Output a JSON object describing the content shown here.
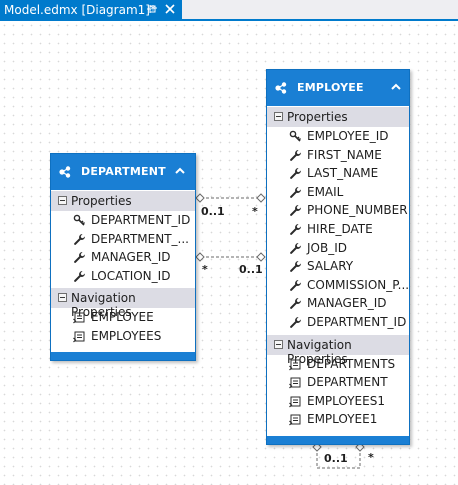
{
  "tab": {
    "title": "Model.edmx [Diagram1]*",
    "pin_icon": "pin-icon",
    "close_icon": "close-icon"
  },
  "department": {
    "name": "DEPARTMENT",
    "properties_header": "Properties",
    "properties": [
      {
        "label": "DEPARTMENT_ID",
        "icon": "key-icon"
      },
      {
        "label": "DEPARTMENT_...",
        "icon": "wrench-icon"
      },
      {
        "label": "MANAGER_ID",
        "icon": "wrench-icon"
      },
      {
        "label": "LOCATION_ID",
        "icon": "wrench-icon"
      }
    ],
    "nav_header": "Navigation Properties",
    "nav_properties": [
      {
        "label": "EMPLOYEE",
        "icon": "navigation-property-icon"
      },
      {
        "label": "EMPLOYEES",
        "icon": "navigation-property-icon"
      }
    ]
  },
  "employee": {
    "name": "EMPLOYEE",
    "properties_header": "Properties",
    "properties": [
      {
        "label": "EMPLOYEE_ID",
        "icon": "key-icon"
      },
      {
        "label": "FIRST_NAME",
        "icon": "wrench-icon"
      },
      {
        "label": "LAST_NAME",
        "icon": "wrench-icon"
      },
      {
        "label": "EMAIL",
        "icon": "wrench-icon"
      },
      {
        "label": "PHONE_NUMBER",
        "icon": "wrench-icon"
      },
      {
        "label": "HIRE_DATE",
        "icon": "wrench-icon"
      },
      {
        "label": "JOB_ID",
        "icon": "wrench-icon"
      },
      {
        "label": "SALARY",
        "icon": "wrench-icon"
      },
      {
        "label": "COMMISSION_P...",
        "icon": "wrench-icon"
      },
      {
        "label": "MANAGER_ID",
        "icon": "wrench-icon"
      },
      {
        "label": "DEPARTMENT_ID",
        "icon": "wrench-icon"
      }
    ],
    "nav_header": "Navigation Properties",
    "nav_properties": [
      {
        "label": "DEPARTMENTS",
        "icon": "navigation-property-icon"
      },
      {
        "label": "DEPARTMENT",
        "icon": "navigation-property-icon"
      },
      {
        "label": "EMPLOYEES1",
        "icon": "navigation-property-icon"
      },
      {
        "label": "EMPLOYEE1",
        "icon": "navigation-property-icon"
      }
    ]
  },
  "associations": {
    "assoc1": {
      "left": "0..1",
      "right": "*"
    },
    "assoc2": {
      "left": "*",
      "right": "0..1"
    },
    "self": {
      "left": "0..1",
      "right": "*"
    }
  },
  "colors": {
    "accent": "#007acc",
    "entity_header": "#1a7fd4",
    "section_header": "#dcdce4"
  }
}
